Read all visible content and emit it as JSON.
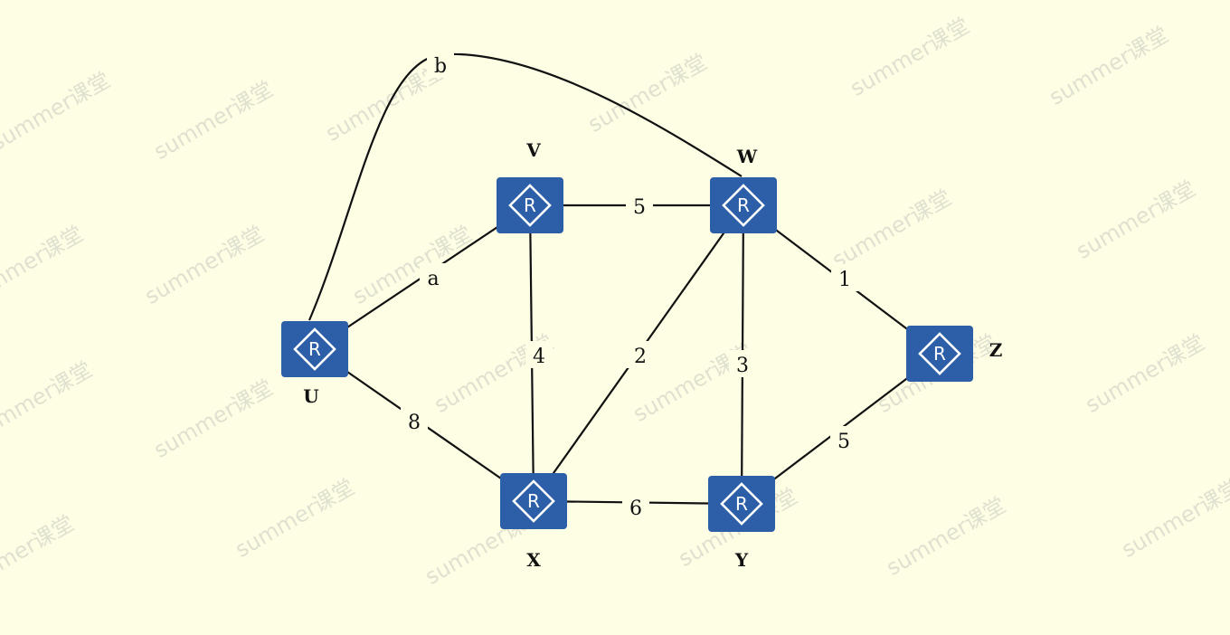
{
  "diagram": {
    "nodes": [
      {
        "id": "U",
        "label": "U",
        "icon": "router-icon",
        "icon_text": "R"
      },
      {
        "id": "V",
        "label": "V",
        "icon": "router-icon",
        "icon_text": "R"
      },
      {
        "id": "W",
        "label": "W",
        "icon": "router-icon",
        "icon_text": "R"
      },
      {
        "id": "X",
        "label": "X",
        "icon": "router-icon",
        "icon_text": "R"
      },
      {
        "id": "Y",
        "label": "Y",
        "icon": "router-icon",
        "icon_text": "R"
      },
      {
        "id": "Z",
        "label": "Z",
        "icon": "router-icon",
        "icon_text": "R"
      }
    ],
    "edges": [
      {
        "id": "U-W",
        "from": "U",
        "to": "W",
        "weight": "b"
      },
      {
        "id": "U-V",
        "from": "U",
        "to": "V",
        "weight": "a"
      },
      {
        "id": "U-X",
        "from": "U",
        "to": "X",
        "weight": "8"
      },
      {
        "id": "V-W",
        "from": "V",
        "to": "W",
        "weight": "5"
      },
      {
        "id": "V-X",
        "from": "V",
        "to": "X",
        "weight": "4"
      },
      {
        "id": "W-X",
        "from": "W",
        "to": "X",
        "weight": "2"
      },
      {
        "id": "W-Y",
        "from": "W",
        "to": "Y",
        "weight": "3"
      },
      {
        "id": "W-Z",
        "from": "W",
        "to": "Z",
        "weight": "1"
      },
      {
        "id": "X-Y",
        "from": "X",
        "to": "Y",
        "weight": "6"
      },
      {
        "id": "Y-Z",
        "from": "Y",
        "to": "Z",
        "weight": "5"
      }
    ]
  },
  "watermark": {
    "text": "summer课堂"
  },
  "colors": {
    "background": "#fefee4",
    "router": "#2d5fa8",
    "edge": "#111111"
  }
}
